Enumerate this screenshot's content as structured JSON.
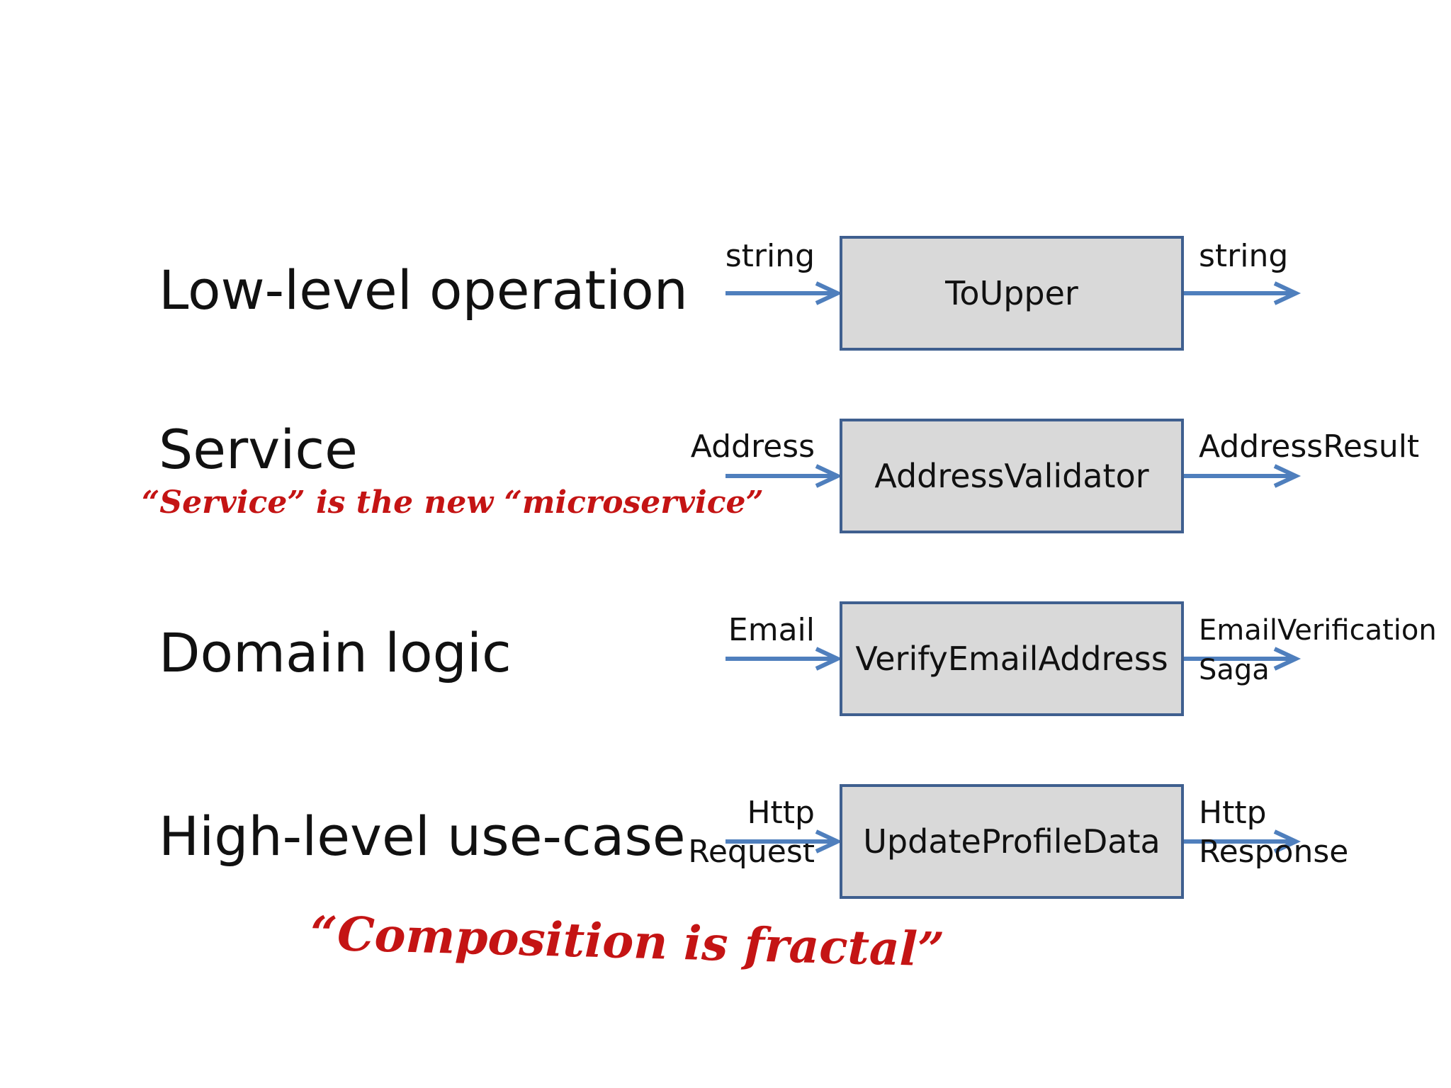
{
  "rows": [
    {
      "title": "Low-level operation",
      "box": "ToUpper",
      "input": [
        "string"
      ],
      "output": [
        "string"
      ]
    },
    {
      "title": "Service",
      "box": "AddressValidator",
      "input": [
        "Address"
      ],
      "output": [
        "AddressResult"
      ],
      "note": "“Service” is the new “microservice”"
    },
    {
      "title": "Domain logic",
      "box": "VerifyEmailAddress",
      "input": [
        "Email"
      ],
      "output": [
        "EmailVerification",
        "Saga"
      ]
    },
    {
      "title": "High-level use-case",
      "box": "UpdateProfileData",
      "input": [
        "Http",
        "Request"
      ],
      "output": [
        "Http",
        "Response"
      ]
    }
  ],
  "footer_note": "“Composition is fractal”",
  "colors": {
    "arrow": "#4f7fbd",
    "box_fill": "#d9d9d9",
    "box_border": "#3f5f8f",
    "handwriting": "#c41414"
  }
}
